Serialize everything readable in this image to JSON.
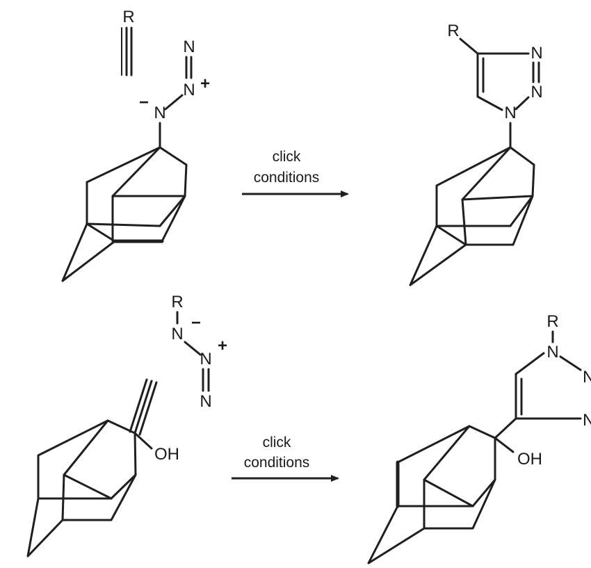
{
  "reactions": [
    {
      "reactant_labels": {
        "alkyne_R": "R",
        "azide_N1": "N",
        "azide_N2": "N",
        "azide_N3": "N",
        "charge_minus": "−",
        "charge_plus": "+"
      },
      "arrow": {
        "line1": "click",
        "line2": "conditions"
      },
      "product_labels": {
        "substituent_R": "R",
        "ring_N1": "N",
        "ring_N2": "N",
        "ring_N3": "N"
      }
    },
    {
      "reactant_labels": {
        "azide_R": "R",
        "azide_N1": "N",
        "azide_N2": "N",
        "azide_N3": "N",
        "charge_minus": "−",
        "charge_plus": "+",
        "hydroxyl": "OH"
      },
      "arrow": {
        "line1": "click",
        "line2": "conditions"
      },
      "product_labels": {
        "substituent_R": "R",
        "ring_N1": "N",
        "ring_N2": "N",
        "ring_N3": "N",
        "hydroxyl": "OH"
      }
    }
  ]
}
